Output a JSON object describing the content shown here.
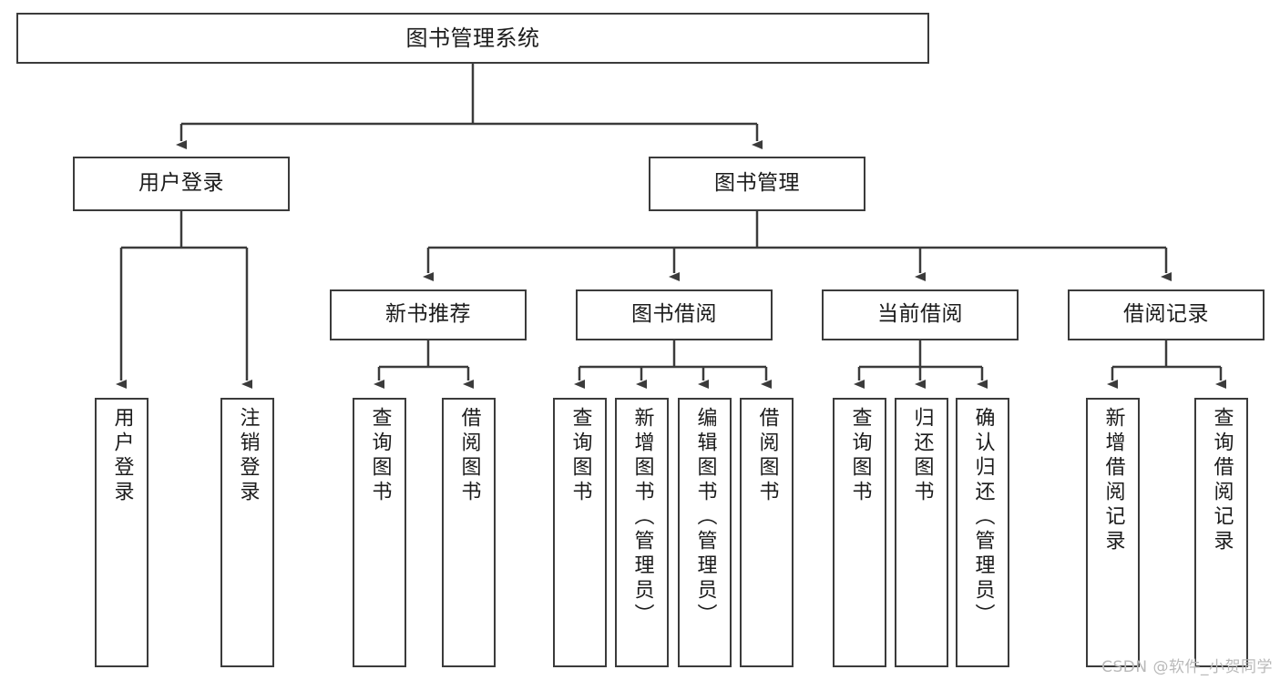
{
  "diagram": {
    "title": "图书管理系统",
    "type": "tree",
    "line_color": "#3b3b3b",
    "box_fill": "#ffffff",
    "text_color": "#1b1b1b",
    "watermark": "CSDN @软件_小贺同学"
  },
  "nodes": {
    "root": {
      "label": "图书管理系统"
    },
    "level2": [
      {
        "label": "用户登录"
      },
      {
        "label": "图书管理"
      }
    ],
    "level3": [
      {
        "label": "新书推荐"
      },
      {
        "label": "图书借阅"
      },
      {
        "label": "当前借阅"
      },
      {
        "label": "借阅记录"
      }
    ],
    "leaves": {
      "user_login": [
        {
          "label": "用户登录"
        },
        {
          "label": "注销登录"
        }
      ],
      "new_book_recommend": [
        {
          "label": "查询图书"
        },
        {
          "label": "借阅图书"
        }
      ],
      "book_borrow": [
        {
          "label": "查询图书"
        },
        {
          "label": "新增图书（管理员）"
        },
        {
          "label": "编辑图书（管理员）"
        },
        {
          "label": "借阅图书"
        }
      ],
      "current_borrow": [
        {
          "label": "查询图书"
        },
        {
          "label": "归还图书"
        },
        {
          "label": "确认归还（管理员）"
        }
      ],
      "borrow_record": [
        {
          "label": "新增借阅记录"
        },
        {
          "label": "查询借阅记录"
        }
      ]
    }
  }
}
